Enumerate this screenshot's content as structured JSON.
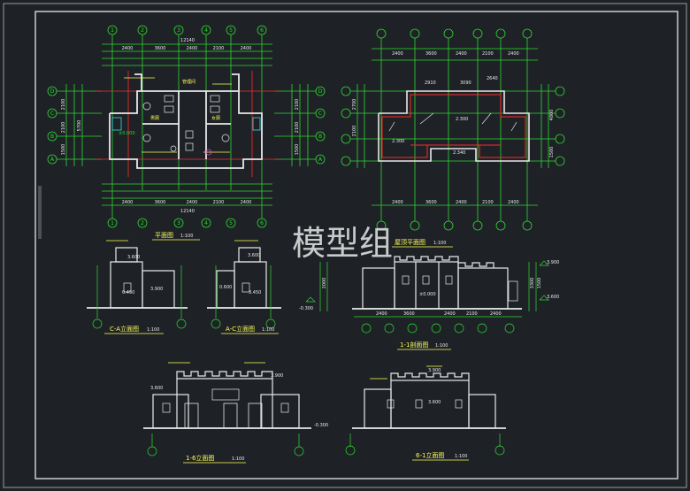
{
  "watermark": "模型组",
  "plan": {
    "title": "平面图",
    "scale": "1:100",
    "top_total": "12140",
    "top_dims": [
      "2400",
      "3600",
      "2400",
      "2100",
      "2400"
    ],
    "axes_x": [
      "1",
      "2",
      "3",
      "4",
      "5",
      "6"
    ],
    "axes_y": [
      "A",
      "B",
      "C",
      "D"
    ],
    "left_dims": [
      "1500",
      "2100",
      "2100"
    ],
    "left_total": "5700",
    "elevation_mark": "±0.000",
    "room_labels": [
      "男厕",
      "女厕",
      "管理间"
    ]
  },
  "roof": {
    "title": "屋顶平面图",
    "scale": "1:100",
    "top_dims": [
      "2400",
      "3600",
      "2400",
      "2100",
      "2400"
    ],
    "slopes": [
      "2.300",
      "2.300",
      "2.340"
    ],
    "left_dims": [
      "2700",
      "2100"
    ],
    "right_dims": [
      "4800",
      "1500"
    ],
    "inner_dims": [
      "2910",
      "3090",
      "2640"
    ]
  },
  "elev_c_a": {
    "title": "C-A立面图",
    "scale": "1:100",
    "levels": [
      "3.600",
      "0.450",
      "3.900"
    ]
  },
  "elev_a_c": {
    "title": "A-C立面图",
    "scale": "1:100",
    "levels": [
      "3.600",
      "0.600",
      "3.450"
    ]
  },
  "section": {
    "title": "1-1剖面图",
    "scale": "1:100",
    "bottom_dims": [
      "2400",
      "3600",
      "2400",
      "2100",
      "2400"
    ],
    "levels": [
      "3.900",
      "±0.000",
      "-0.300",
      "3.600"
    ],
    "side_dims": [
      "2000",
      "3300",
      "1500"
    ]
  },
  "elev_front": {
    "title": "1-6立面图",
    "scale": "1:100",
    "levels": [
      "3.900",
      "3.600",
      "-0.300"
    ]
  },
  "elev_back": {
    "title": "6-1立面图",
    "scale": "1:100",
    "levels": [
      "3.900",
      "3.600"
    ]
  },
  "colors": {
    "background": "#1e2227",
    "frame": "#d8d8d8",
    "wall": "#e8e8e8",
    "dimension": "#2fd82f",
    "annotation": "#ffff55",
    "red": "#ff2a2a",
    "cyan": "#34e0e0",
    "magenta": "#e040e0"
  }
}
